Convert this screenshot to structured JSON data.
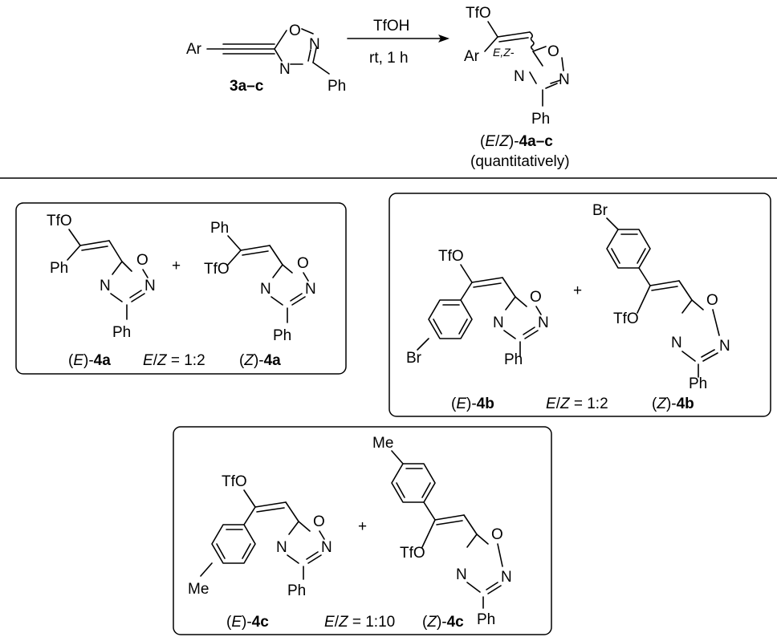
{
  "reaction": {
    "reagent": "TfOH",
    "conditions": "rt, 1 h",
    "start_label": "3a–c",
    "product_prefix_a": "(",
    "product_prefix_it": "E",
    "product_prefix_b": "/",
    "product_prefix_it2": "Z",
    "product_prefix_c": ")-",
    "product_label": "4a–c",
    "yield_note": "(quantitatively)",
    "ez_tag": "E,Z-"
  },
  "atoms": {
    "ar": "Ar",
    "o": "O",
    "n": "N",
    "ph": "Ph",
    "tfo": "TfO",
    "br": "Br",
    "me": "Me",
    "plus": "+"
  },
  "boxes": [
    {
      "e_label": "4a",
      "z_label": "4a",
      "ratio_e": "E",
      "ratio_z": "Z",
      "ratio_value": " = 1:2"
    },
    {
      "e_label": "4b",
      "z_label": "4b",
      "ratio_e": "E",
      "ratio_z": "Z",
      "ratio_value": " = 1:2"
    },
    {
      "e_label": "4c",
      "z_label": "4c",
      "ratio_e": "E",
      "ratio_z": "Z",
      "ratio_value": " = 1:10"
    }
  ],
  "iso": {
    "e": "E",
    "z": "Z",
    "open": "(",
    "close": ")-"
  }
}
